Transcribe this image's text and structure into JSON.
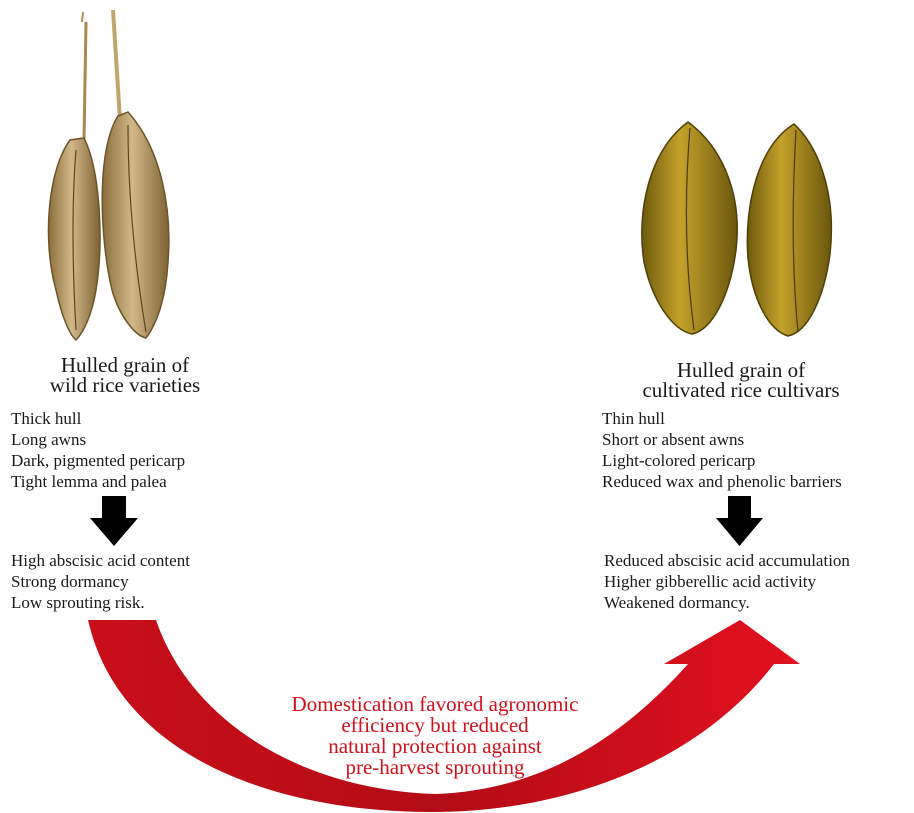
{
  "wild": {
    "title_line1": "Hulled grain of",
    "title_line2": "wild rice varieties",
    "traits": [
      "Thick hull",
      "Long awns",
      "Dark, pigmented pericarp",
      "Tight lemma and palea"
    ],
    "effects": [
      "High abscisic acid content",
      "Strong dormancy",
      "Low sprouting risk."
    ]
  },
  "cultivated": {
    "title_line1": "Hulled grain of",
    "title_line2": "cultivated rice cultivars",
    "traits": [
      "Thin hull",
      "Short or absent awns",
      "Light-colored pericarp",
      "Reduced wax and phenolic barriers"
    ],
    "effects": [
      "Reduced abscisic acid accumulation",
      "Higher gibberellic acid activity",
      "Weakened dormancy."
    ]
  },
  "caption": {
    "line1": "Domestication favored agronomic",
    "line2": "efficiency but reduced",
    "line3": "natural protection against",
    "line4": "pre-harvest sprouting"
  },
  "colors": {
    "arrow_red": "#d3101c",
    "caption_red": "#d0101c",
    "down_arrow": "#000000",
    "wild_grain": "#b99a5e",
    "cultivated_grain": "#a88416"
  }
}
